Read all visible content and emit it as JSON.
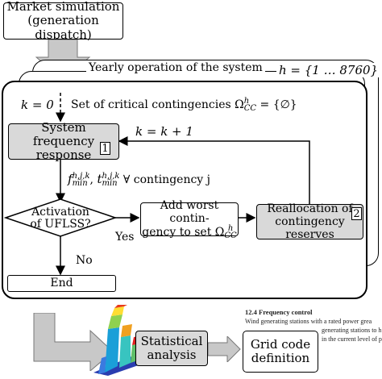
{
  "top": {
    "market_simulation_line1": "Market simulation",
    "market_simulation_line2": "(generation dispatch)"
  },
  "loop": {
    "yearly_operation": "Yearly operation of the system",
    "hour_range": "h = {1 … 8760}",
    "k_init": "k = 0",
    "critical_set": "Set of critical contingencies Ω",
    "critical_set_sup": "h",
    "critical_set_sub": "CC",
    "critical_set_value": " = {∅}",
    "k_update": "k = k + 1",
    "freq_metrics_f": "f",
    "freq_metrics_f_sup": "h,j,k",
    "freq_metrics_f_sub": "min",
    "freq_metrics_t": "t",
    "freq_metrics_t_sup": "h,j,k",
    "freq_metrics_t_sub": "min",
    "freq_metrics_tail": "∀ contingency j"
  },
  "boxes": {
    "system_freq_line1": "System frequency",
    "system_freq_line2": "response",
    "system_freq_num": "1",
    "activation_line1": "Activation",
    "activation_line2": "of UFLSS?",
    "add_worst_line1": "Add worst contin-",
    "add_worst_line2": "gency to set Ω",
    "add_worst_sup": "h",
    "add_worst_sub": "CC",
    "realloc_line1": "Reallocation of",
    "realloc_line2": "contingency reserves",
    "realloc_num": "2",
    "end": "End"
  },
  "edges": {
    "yes": "Yes",
    "no": "No"
  },
  "bottom": {
    "statistical_line1": "Statistical",
    "statistical_line2": "analysis",
    "grid_code_line1": "Grid code",
    "grid_code_line2": "definition",
    "doc_heading": "12.4   Frequency control",
    "doc_line1": "Wind generating stations with a rated power grea",
    "doc_line2": "generating stations to h",
    "doc_line3": "in the current level of p"
  },
  "colors": {
    "box_grey": "#d9d9d9",
    "arrow_grey": "#c8c8c8",
    "line": "#000000"
  }
}
